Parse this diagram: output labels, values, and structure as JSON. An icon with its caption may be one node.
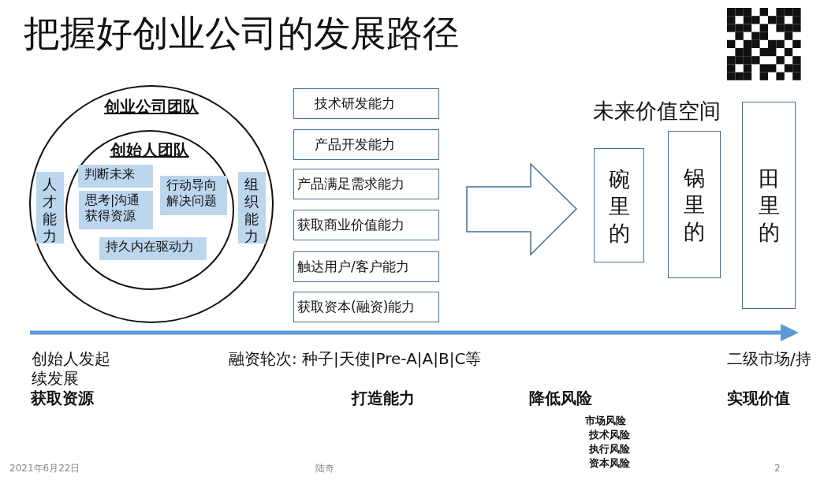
{
  "diagram": {
    "title": "把握好创业公司的发展路径",
    "nodes": [
      {
        "text": [
          "创业公司团队"
        ]
      },
      {
        "text": [
          "创始人团队"
        ],
        "in": 0
      },
      {
        "text": [
          "人才能力"
        ],
        "in": 0
      },
      {
        "text": [
          "判断未来"
        ],
        "in": 1
      },
      {
        "text": [
          "思考|沟通获得资源"
        ],
        "in": 1
      },
      {
        "text": [
          "行动导向解决问题"
        ],
        "in": 1
      },
      {
        "text": [
          "组织能力"
        ],
        "in": 0
      },
      {
        "text": [
          "持久内在驱动力"
        ],
        "in": 1
      },
      {
        "text": [
          "技术研发能力"
        ]
      },
      {
        "text": [
          "产品开发能力"
        ]
      },
      {
        "text": [
          "产品满足需求能力"
        ]
      },
      {
        "text": [
          "获取商业价值能力"
        ]
      },
      {
        "text": [
          "触达用户/客户能力"
        ]
      },
      {
        "text": [
          "获取资本(融资)能力"
        ]
      },
      {
        "text": [
          "碗里的"
        ]
      },
      {
        "text": [
          "锅里的"
        ]
      },
      {
        "text": [
          "田里的"
        ]
      }
    ],
    "labels": [
      "未来价值空间",
      "创始人发起续发展",
      "融资轮次: 种子|天使|Pre-A|A|B|C等",
      "二级市场/持",
      "获取资源",
      "打造能力",
      "降低风险",
      "实现价值",
      "市场风险",
      "技术风险",
      "执行风险",
      "资本风险",
      "2021年6月22日",
      "陆奇",
      "2"
    ]
  }
}
